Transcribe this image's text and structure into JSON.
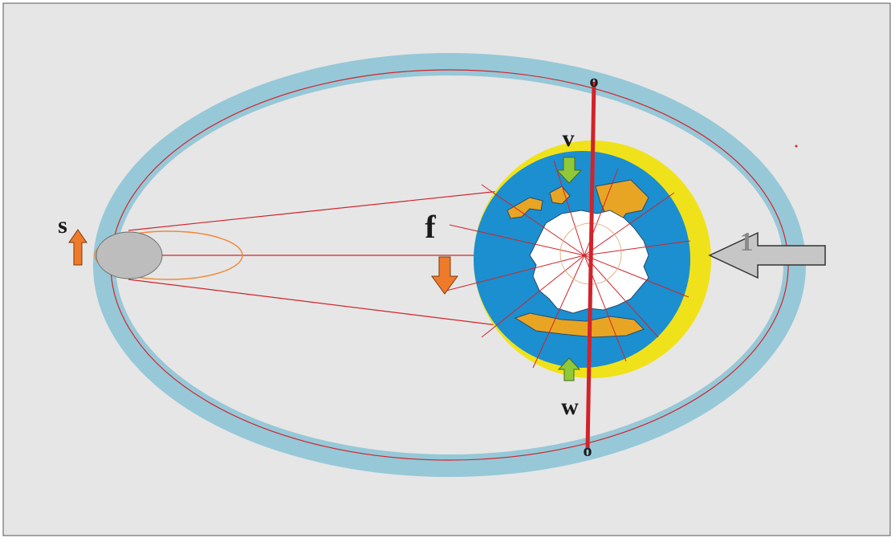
{
  "labels": {
    "top_o": "o",
    "bottom_o": "o",
    "v": "v",
    "w": "w",
    "f": "f",
    "s": "s",
    "one": "1"
  },
  "colors": {
    "background": "#e6e6e6",
    "frame": "#555555",
    "ring_band": "#96c8d8",
    "orbit_line": "#d2232a",
    "axis": "#d2232a",
    "sun_fill": "#bdbdbd",
    "sun_halo": "#f08a3a",
    "earth_ocean": "#1b8fd0",
    "earth_ring": "#f0e21a",
    "earth_land": "#e8a524",
    "polar_cap": "#ffffff",
    "arrow_green": "#8fc93a",
    "arrow_orange": "#ee7a2a",
    "arrow_gray": "#c6c6c6"
  },
  "icons": {
    "arrow_v": "arrow-down-icon",
    "arrow_w": "arrow-up-icon",
    "arrow_f": "arrow-down-icon",
    "arrow_s": "arrow-up-icon",
    "arrow_1": "arrow-left-icon"
  }
}
